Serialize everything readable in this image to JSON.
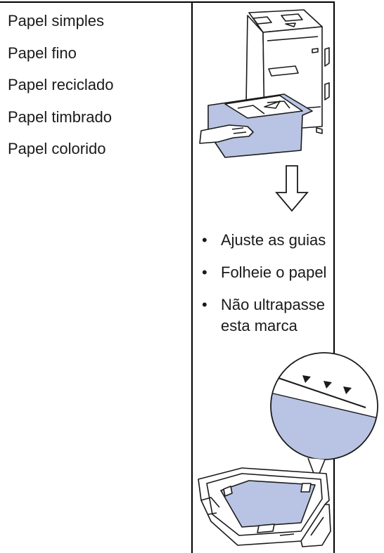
{
  "paper_types": [
    {
      "label": "Papel simples"
    },
    {
      "label": "Papel fino"
    },
    {
      "label": "Papel reciclado"
    },
    {
      "label": "Papel timbrado"
    },
    {
      "label": "Papel colorido"
    }
  ],
  "instructions": [
    {
      "bullet": "•",
      "text": "Ajuste as guias"
    },
    {
      "bullet": "•",
      "text": "Folheie o papel"
    },
    {
      "bullet": "•",
      "text": "Não ultrapasse esta marca"
    }
  ],
  "illustrations": {
    "printer": {
      "icon": "printer-with-open-tray-icon",
      "tray_color": "#b9c4e4"
    },
    "arrow": {
      "icon": "down-arrow-icon"
    },
    "magnifier": {
      "icon": "max-paper-mark-magnifier-icon",
      "fill_color": "#b9c4e4"
    },
    "tray": {
      "icon": "paper-tray-loaded-icon",
      "paper_color": "#b9c4e4"
    }
  }
}
